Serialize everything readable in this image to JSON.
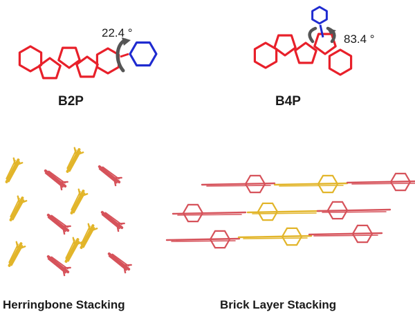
{
  "molecules": [
    {
      "name": "B2P",
      "torsion_label": "22.4 °"
    },
    {
      "name": "B4P",
      "torsion_label": "83.4 °"
    }
  ],
  "packing": [
    {
      "name": "Herringbone Stacking"
    },
    {
      "name": "Brick Layer Stacking"
    }
  ],
  "colors": {
    "core": "#e8202a",
    "pendant": "#1f2bd0",
    "arrow": "#555555",
    "stack_red": "#d6525a",
    "stack_yellow": "#e2b52a",
    "text": "#1a1a1a"
  }
}
